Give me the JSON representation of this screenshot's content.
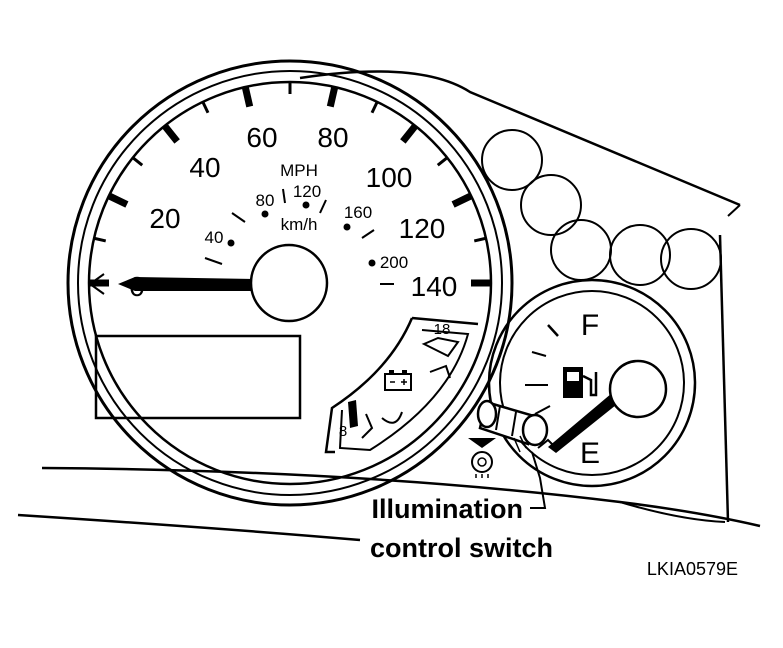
{
  "speedometer": {
    "mph_ticks": [
      "0",
      "20",
      "40",
      "60",
      "80",
      "100",
      "120",
      "140"
    ],
    "mph_unit": "MPH",
    "kmh_ticks": [
      "40",
      "80",
      "120",
      "160",
      "200"
    ],
    "kmh_unit": "km/h"
  },
  "voltmeter": {
    "high_label": "18",
    "low_label": "8",
    "icon": "battery-icon"
  },
  "fuel_gauge": {
    "full_label": "F",
    "empty_label": "E",
    "icon": "fuel-pump-icon"
  },
  "illumination_icon": "illumination-dimmer-icon",
  "callout": {
    "line1": "Illumination",
    "line2": "control switch"
  },
  "figure_code": "LKIA0579E"
}
